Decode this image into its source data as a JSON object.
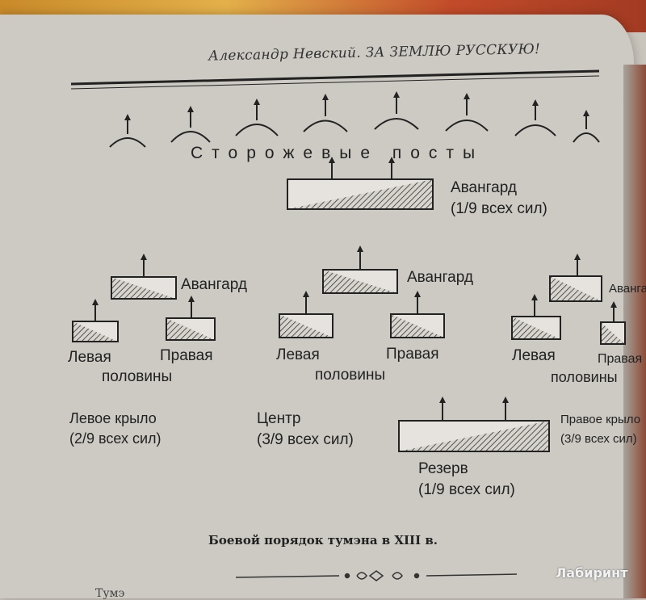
{
  "header": {
    "running_head": "Александр Невский. ЗА ЗЕМЛЮ РУССКУЮ!"
  },
  "diagram": {
    "posts_label": "Сторожевые посты",
    "vanguard_top": {
      "title": "Авангард",
      "share": "(1/9 всех сил)"
    },
    "left_wing": {
      "vanguard": "Авангард",
      "left": "Левая",
      "right": "Правая",
      "halves": "половины",
      "title": "Левое крыло",
      "share": "(2/9 всех сил)"
    },
    "center": {
      "vanguard": "Авангард",
      "left": "Левая",
      "right": "Правая",
      "halves": "половины",
      "title": "Центр",
      "share": "(3/9 всех сил)"
    },
    "right_wing": {
      "vanguard": "Авангард",
      "left": "Левая",
      "right": "Правая",
      "halves": "половины",
      "title": "Правое крыло",
      "share": "(3/9 всех сил)"
    },
    "reserve": {
      "title": "Резерв",
      "share": "(1/9 всех сил)"
    }
  },
  "caption": "Боевой порядок тумэна в XIII в.",
  "watermark": "Лабиринт",
  "footer_text": "Тумэ"
}
